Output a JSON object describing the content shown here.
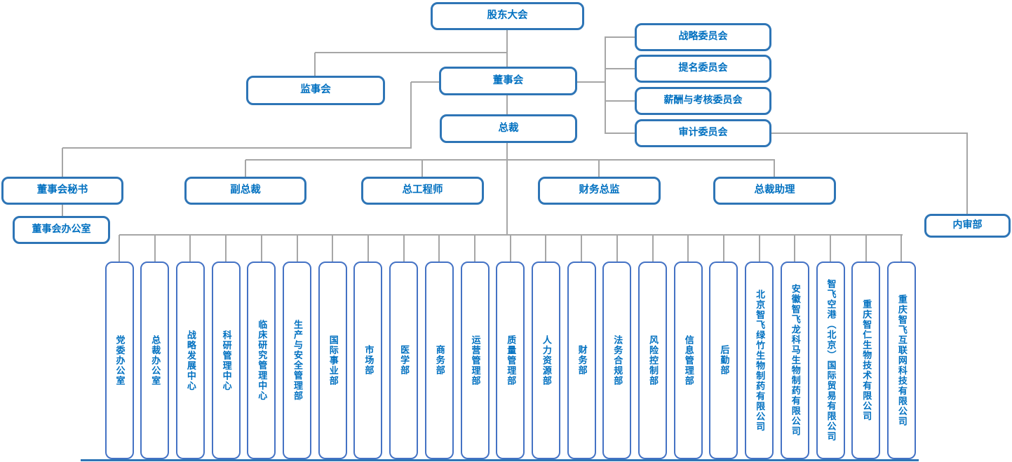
{
  "colors": {
    "node_border": "#2E75B6",
    "dept_border": "#4472C4",
    "node_text": "#0070C0",
    "connector": "#A6A6A6",
    "background": "#FFFFFF"
  },
  "nodes": {
    "shareholders_meeting": "股东大会",
    "supervisory_board": "监事会",
    "board_of_directors": "董事会",
    "president": "总裁",
    "board_secretary": "董事会秘书",
    "vice_president": "副总裁",
    "chief_engineer": "总工程师",
    "finance_director": "财务总监",
    "president_assistant": "总裁助理",
    "board_office": "董事会办公室",
    "internal_audit_dept": "内审部"
  },
  "committees": [
    "战略委员会",
    "提名委员会",
    "薪酬与考核委员会",
    "审计委员会"
  ],
  "departments": [
    "党委办公室",
    "总裁办公室",
    "战略发展中心",
    "科研管理中心",
    "临床研究管理中心",
    "生产与安全管理部",
    "国际事业部",
    "市场部",
    "医学部",
    "商务部",
    "运营管理部",
    "质量管理部",
    "人力资源部",
    "财务部",
    "法务合规部",
    "风险控制部",
    "信息管理部",
    "后勤部",
    "北京智飞绿竹生物制药有限公司",
    "安徽智飞龙科马生物制药有限公司",
    "智飞空港（北京）国际贸易有限公司",
    "重庆智仁生物技术有限公司",
    "重庆智飞互联网科技有限公司"
  ]
}
